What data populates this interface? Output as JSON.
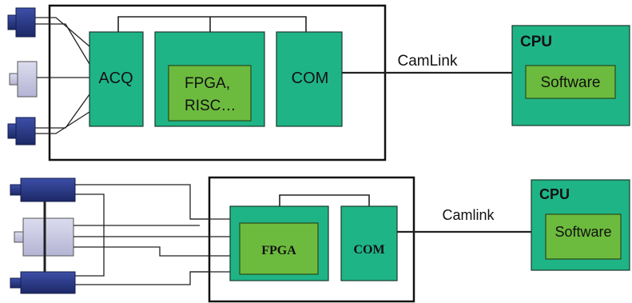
{
  "top": {
    "blocks": {
      "acq": "ACQ",
      "fpga_line1": "FPGA,",
      "fpga_line2": "RISC…",
      "com": "COM"
    },
    "link_label": "CamLink",
    "cpu": {
      "title": "CPU",
      "software": "Software"
    }
  },
  "bottom": {
    "blocks": {
      "fpga": "FPGA",
      "com": "COM"
    },
    "link_label": "Camlink",
    "cpu": {
      "title": "CPU",
      "software": "Software"
    }
  },
  "colors": {
    "block_teal": "#1fb486",
    "inner_green": "#6dbb3e",
    "camera_blue": "#2a3a8c",
    "camera_light": "#c9c9e2"
  },
  "icons": [
    "camera-icon"
  ]
}
